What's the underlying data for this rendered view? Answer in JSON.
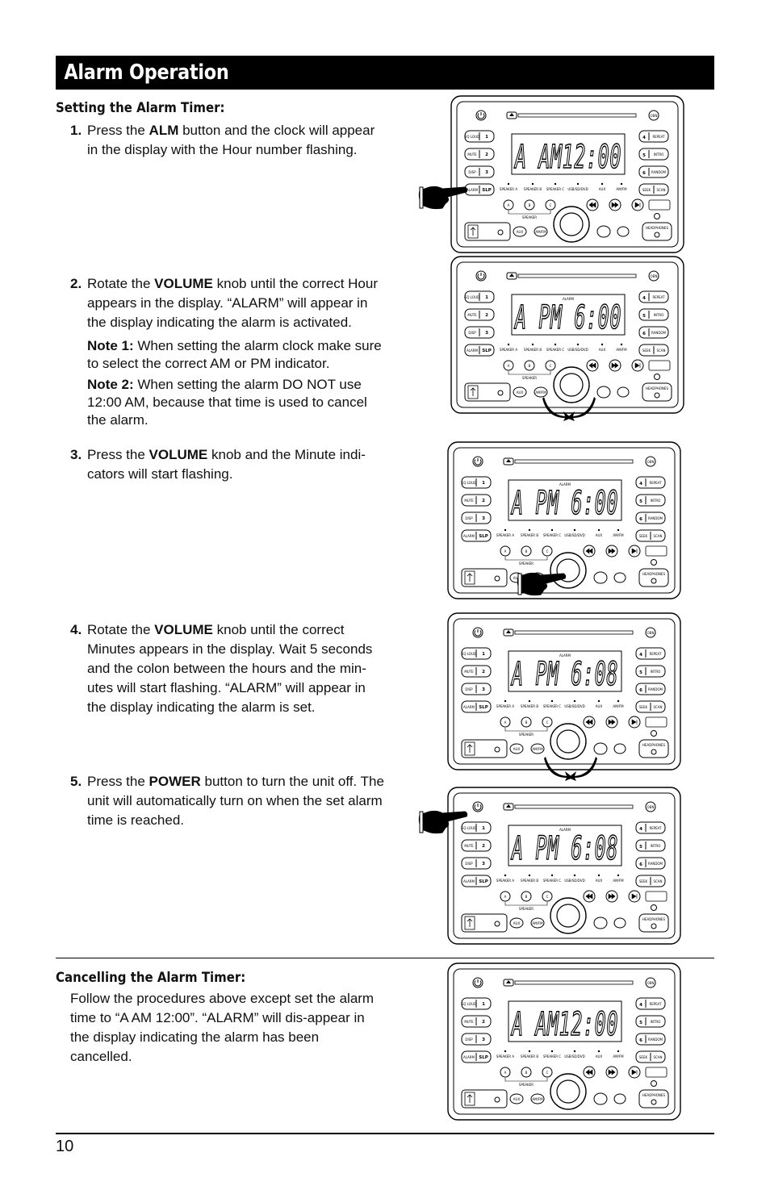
{
  "title": "Alarm Operation",
  "setting_heading": "Setting the Alarm Timer:",
  "steps": [
    {
      "num": "1.",
      "pre": "Press the ",
      "key": "ALM",
      "post": " button and the clock will appear in the display with the Hour number flashing."
    },
    {
      "num": "2.",
      "pre": "Rotate the ",
      "key": "VOLUME",
      "post": " knob until the correct Hour appears in the display. “ALARM” will appear in the display indicating the alarm is activated."
    },
    {
      "num": "3.",
      "pre": "Press the ",
      "key": "VOLUME",
      "post": " knob and the Minute indi-cators will start flashing."
    },
    {
      "num": "4.",
      "pre": "Rotate the ",
      "key": "VOLUME",
      "post": " knob until the correct Minutes appears in the display. Wait 5 seconds and the colon between the hours and the min-utes will start flashing. “ALARM” will appear in the display indicating the alarm is set."
    },
    {
      "num": "5.",
      "pre": "Press the ",
      "key": "POWER",
      "post": " button to turn the unit off. The unit will automatically turn on when the set alarm time is reached."
    }
  ],
  "notes": [
    {
      "label": "Note 1:",
      "text": " When setting the alarm clock make sure to select the correct AM or PM indicator."
    },
    {
      "label": "Note 2:",
      "text": " When setting the alarm DO NOT use 12:00 AM, because that time is used to cancel the alarm."
    }
  ],
  "cancel_heading": "Cancelling the Alarm Timer:",
  "cancel_text": "Follow the procedures above except set the alarm time to “A AM 12:00”. “ALARM” will dis-appear in the display indicating the alarm has been cancelled.",
  "page_number": "10",
  "displays": [
    {
      "time": "A AM12:00",
      "alarm_label": ""
    },
    {
      "time": "A PM  6:00",
      "alarm_label": "ALARM"
    },
    {
      "time": "A PM  6:00",
      "alarm_label": "ALARM"
    },
    {
      "time": "A PM  6:08",
      "alarm_label": "ALARM"
    },
    {
      "time": "A PM  6:08",
      "alarm_label": "ALARM"
    },
    {
      "time": "A AM12:00",
      "alarm_label": ""
    }
  ],
  "device_labels": {
    "left_buttons": [
      "EQ LOUD",
      "MUTE",
      "DISP",
      "ALARM"
    ],
    "left_numbers": [
      "1",
      "2",
      "3",
      "SLP"
    ],
    "right_numbers": [
      "4",
      "5",
      "6"
    ],
    "right_labels": [
      "REPEAT",
      "INTRO",
      "RANDOM"
    ],
    "seek": "SEEK",
    "scan": "SCAN",
    "ok": "OBN",
    "speakers": [
      "SPEAKER A",
      "SPEAKER B",
      "SPEAKER C",
      "USB/SD/DVD",
      "AUX",
      "AM/FM"
    ],
    "abc": [
      "A",
      "B",
      "C"
    ],
    "speaker_label": "SPEAKER",
    "bottom": [
      "AUX",
      "AM/FM",
      "HEADPHONES"
    ]
  }
}
